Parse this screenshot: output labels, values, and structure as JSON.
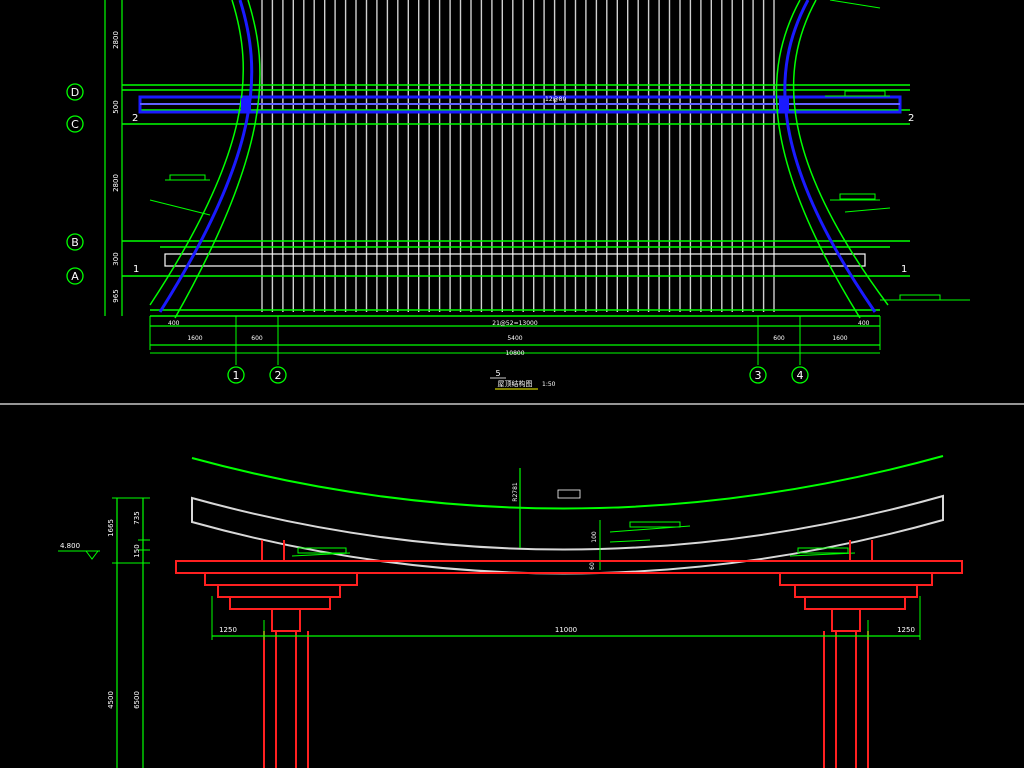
{
  "plan": {
    "axis_letters": [
      "D",
      "C",
      "B",
      "A"
    ],
    "axis_numbers": [
      "1",
      "2",
      "3",
      "4"
    ],
    "section_marks": [
      "2",
      "2",
      "1",
      "1"
    ],
    "left_dims": [
      "2800",
      "500",
      "2800",
      "300",
      "965"
    ],
    "bottom_dims_row1": [
      "400",
      "21@52=13000",
      "400"
    ],
    "bottom_dims_row2": [
      "1600",
      "600",
      "5400",
      "600",
      "1600"
    ],
    "overall_dim": "10800",
    "center_label": "12@80",
    "title_number": "5",
    "title": "屋顶结构图",
    "scale": "1:50"
  },
  "elevation": {
    "left_dims_inner": [
      "1665",
      "735",
      "150"
    ],
    "left_dims_outer": [
      "4500",
      "6500"
    ],
    "elev_mark": "4.800",
    "span_dims": [
      "1250",
      "11000",
      "1250"
    ],
    "center_labels": [
      "R2781",
      "100",
      "60"
    ]
  },
  "colors": {
    "grid": "#ffffff",
    "green": "#00ff00",
    "blue": "#1a1aff",
    "red": "#ff2020",
    "cyan": "#00ffff",
    "yellow": "#ffff00",
    "gray": "#c8c8c8"
  }
}
